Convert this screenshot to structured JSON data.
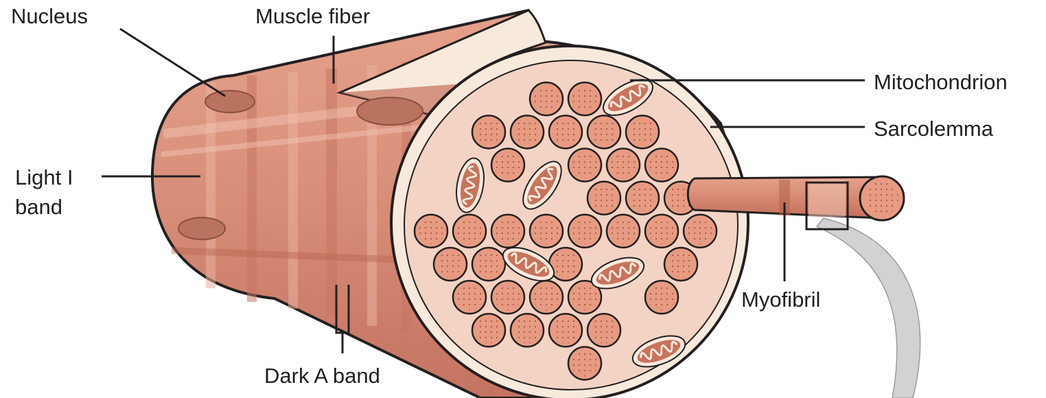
{
  "labels": {
    "nucleus": "Nucleus",
    "muscle_fiber": "Muscle fiber",
    "light_i_band": "Light I band",
    "dark_a_band": "Dark A band",
    "mitochondrion": "Mitochondrion",
    "sarcolemma": "Sarcolemma",
    "myofibril": "Myofibril"
  },
  "colors": {
    "fiber_body": "#d9907a",
    "fiber_dark_band": "#c87763",
    "fiber_light_band": "#eab19f",
    "cross_section": "#f3d3c4",
    "myofibril_fill": "#e79b82",
    "myofibril_dots": "#9d4a36",
    "mitochondrion": "#c9735d",
    "sarcolemma": "#f7eadd",
    "nucleus": "#b9735f",
    "outline": "#231f20",
    "callout": "#d2d2d2"
  },
  "icons": {
    "nucleus": "nucleus-icon",
    "mitochondrion": "mitochondrion-icon",
    "myofibril": "myofibril-icon"
  }
}
